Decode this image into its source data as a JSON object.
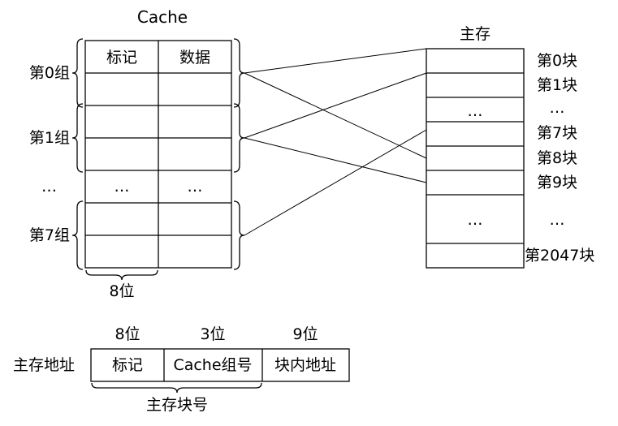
{
  "cache": {
    "title": "Cache",
    "col_headers": [
      "标记",
      "数据"
    ],
    "group_labels": [
      "第0组",
      "第1组",
      "…",
      "第7组"
    ],
    "ellipsis_cells": [
      "…",
      "…"
    ],
    "tag_width_label": "8位"
  },
  "main_memory": {
    "title": "主存",
    "rows": [
      "",
      "",
      "…",
      "",
      "",
      "",
      "…",
      ""
    ],
    "block_labels": [
      "第0块",
      "第1块",
      "…",
      "第7块",
      "第8块",
      "第9块",
      "…",
      "第2047块"
    ]
  },
  "address_format": {
    "label": "主存地址",
    "fields": [
      {
        "name": "标记",
        "bits": "8位"
      },
      {
        "name": "Cache组号",
        "bits": "3位"
      },
      {
        "name": "块内地址",
        "bits": "9位"
      }
    ],
    "block_number_label": "主存块号"
  },
  "mapping": [
    {
      "cache_group": 0,
      "memory_block": 0
    },
    {
      "cache_group": 0,
      "memory_block": 8
    },
    {
      "cache_group": 1,
      "memory_block": 1
    },
    {
      "cache_group": 1,
      "memory_block": 9
    },
    {
      "cache_group": 7,
      "memory_block": 7
    }
  ]
}
